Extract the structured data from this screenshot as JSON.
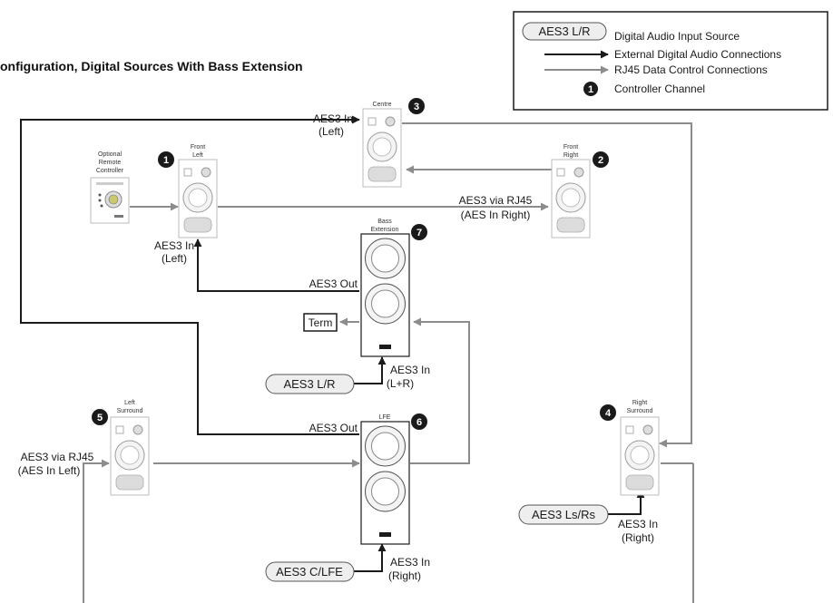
{
  "title": "onfiguration, Digital Sources With Bass Extension",
  "legend": {
    "source_sample": "AES3 L/R",
    "source_desc": "Digital Audio Input Source",
    "black_desc": "External Digital Audio Connections",
    "grey_desc": "RJ45 Data Control Connections",
    "badge_sample": "1",
    "badge_desc": "Controller Channel"
  },
  "speakers": {
    "centre": {
      "line1": "Centre",
      "line2": "",
      "channel": "3"
    },
    "front_left": {
      "line1": "Front",
      "line2": "Left",
      "channel": "1"
    },
    "front_right": {
      "line1": "Front",
      "line2": "Right",
      "channel": "2"
    },
    "bass_ext": {
      "line1": "Bass",
      "line2": "Extension",
      "channel": "7"
    },
    "lfe": {
      "line1": "LFE",
      "line2": "",
      "channel": "6"
    },
    "left_surround": {
      "line1": "Left",
      "line2": "Surround",
      "channel": "5"
    },
    "right_surround": {
      "line1": "Right",
      "line2": "Surround",
      "channel": "4"
    }
  },
  "remote": {
    "line1": "Optional",
    "line2": "Remote",
    "line3": "Controller"
  },
  "sources": {
    "lr": "AES3 L/R",
    "clfe": "AES3 C/LFE",
    "lsrs": "AES3 Ls/Rs"
  },
  "term": "Term",
  "labels": {
    "centre_in_1": "AES3 In",
    "centre_in_2": "(Left)",
    "fl_in_1": "AES3 In",
    "fl_in_2": "(Left)",
    "fr_rj45_1": "AES3 via RJ45",
    "fr_rj45_2": "(AES In Right)",
    "bass_out": "AES3 Out",
    "bass_in_1": "AES3 In",
    "bass_in_2": "(L+R)",
    "lfe_out": "AES3 Out",
    "lfe_in_1": "AES3 In",
    "lfe_in_2": "(Right)",
    "ls_rj45_1": "AES3 via RJ45",
    "ls_rj45_2": "(AES In Left)",
    "rs_in_1": "AES3 In",
    "rs_in_2": "(Right)"
  },
  "colors": {
    "black_line": "#1a1a1a",
    "grey_line": "#8c8c8c",
    "badge": "#1a1a1a",
    "pill": "#eeeeee"
  }
}
